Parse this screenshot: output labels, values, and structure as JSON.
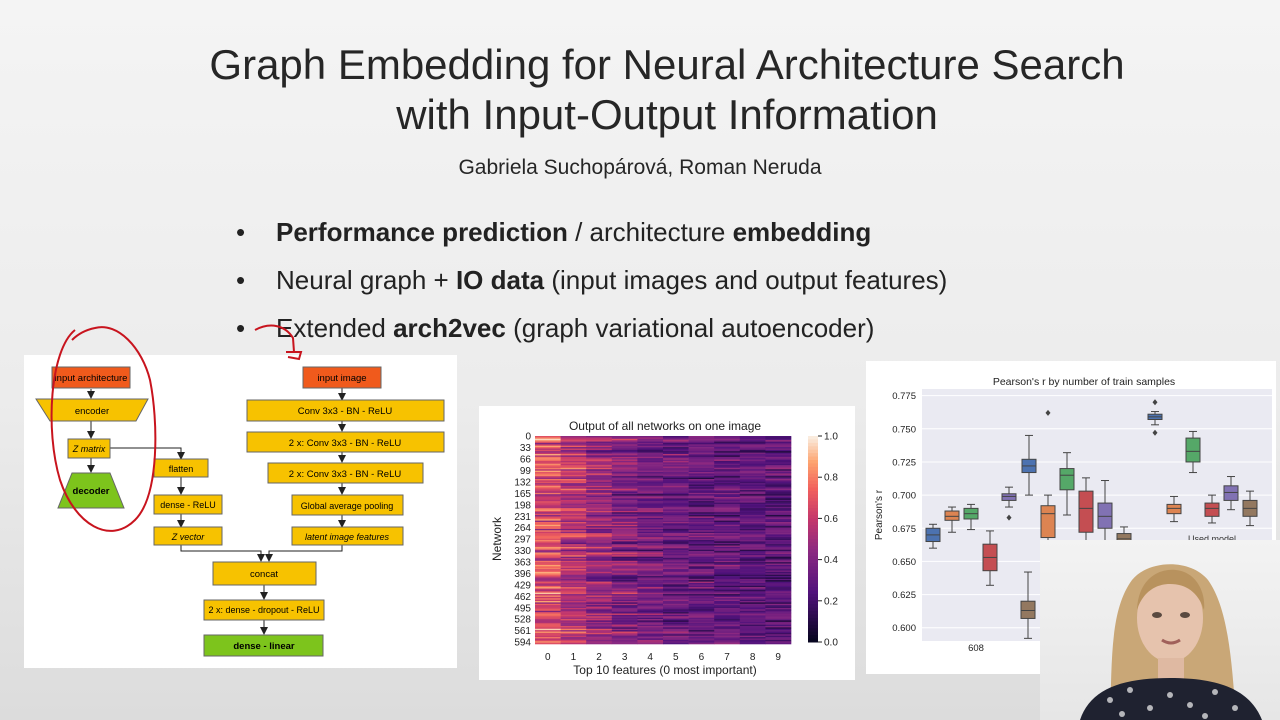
{
  "slide": {
    "title_line1": "Graph Embedding for Neural Architecture Search",
    "title_line2": "with Input-Output Information",
    "authors": "Gabriela Suchopárová, Roman Neruda",
    "bullets": [
      {
        "pre": "",
        "b1": "Performance prediction",
        "mid": " / architecture ",
        "b2": "embedding",
        "post": ""
      },
      {
        "pre": "Neural graph + ",
        "b1": "IO data",
        "mid": " (input images and output features)",
        "b2": "",
        "post": ""
      },
      {
        "pre": "Extended ",
        "b1": "arch2vec",
        "mid": " (graph variational autoencoder)",
        "b2": "",
        "post": ""
      }
    ]
  },
  "diagram": {
    "input_architecture": "input architecture",
    "encoder": "encoder",
    "z_matrix": "Z matrix",
    "decoder": "decoder",
    "flatten": "flatten",
    "dense_relu": "dense - ReLU",
    "z_vector": "Z vector",
    "input_image": "input image",
    "conv1": "Conv 3x3 - BN - ReLU",
    "conv2": "2 x: Conv 3x3 - BN - ReLU",
    "conv3": "2 x: Conv 3x3 - BN - ReLU",
    "gap": "Global average pooling",
    "latent": "latent image features",
    "concat": "concat",
    "dense_dropout": "2 x: dense - dropout - ReLU",
    "dense_linear": "dense - linear"
  },
  "heatmap": {
    "title": "Output of all networks on one image",
    "xlabel": "Top 10 features (0 most important)",
    "ylabel": "Network",
    "yticks": [
      "0",
      "33",
      "66",
      "99",
      "132",
      "165",
      "198",
      "231",
      "264",
      "297",
      "330",
      "363",
      "396",
      "429",
      "462",
      "495",
      "528",
      "561",
      "594"
    ],
    "xticks": [
      "0",
      "1",
      "2",
      "3",
      "4",
      "5",
      "6",
      "7",
      "8",
      "9"
    ],
    "cbar_ticks": [
      "1.0",
      "0.8",
      "0.6",
      "0.4",
      "0.2",
      "0.0"
    ],
    "col_mean": [
      0.68,
      0.58,
      0.48,
      0.42,
      0.38,
      0.35,
      0.33,
      0.31,
      0.3,
      0.29
    ]
  },
  "chart_data": {
    "type": "box",
    "title": "Pearson's r by number of train samples",
    "ylabel": "Pearson's r",
    "ylim": [
      0.59,
      0.78
    ],
    "yticks": [
      "0.775",
      "0.750",
      "0.725",
      "0.700",
      "0.675",
      "0.650",
      "0.625",
      "0.600"
    ],
    "x_visible_label": "608",
    "legend_partial": "Used model",
    "boxes": [
      {
        "group": 0,
        "color": "#4c72b0",
        "q1": 0.665,
        "median": 0.67,
        "q3": 0.675,
        "min": 0.66,
        "max": 0.678
      },
      {
        "group": 0,
        "color": "#dd8452",
        "q1": 0.681,
        "median": 0.684,
        "q3": 0.688,
        "min": 0.672,
        "max": 0.691
      },
      {
        "group": 0,
        "color": "#55a868",
        "q1": 0.682,
        "median": 0.686,
        "q3": 0.69,
        "min": 0.674,
        "max": 0.693
      },
      {
        "group": 0,
        "color": "#c44e52",
        "q1": 0.643,
        "median": 0.653,
        "q3": 0.663,
        "min": 0.632,
        "max": 0.673
      },
      {
        "group": 0,
        "color": "#8172b3",
        "q1": 0.696,
        "median": 0.699,
        "q3": 0.701,
        "min": 0.691,
        "max": 0.706
      },
      {
        "group": 0,
        "color": "#937860",
        "q1": 0.607,
        "median": 0.613,
        "q3": 0.62,
        "min": 0.592,
        "max": 0.642
      },
      {
        "group": 1,
        "color": "#4c72b0",
        "q1": 0.717,
        "median": 0.722,
        "q3": 0.727,
        "min": 0.7,
        "max": 0.745
      },
      {
        "group": 1,
        "color": "#dd8452",
        "q1": 0.668,
        "median": 0.686,
        "q3": 0.692,
        "min": 0.66,
        "max": 0.7
      },
      {
        "group": 1,
        "color": "#55a868",
        "q1": 0.704,
        "median": 0.715,
        "q3": 0.72,
        "min": 0.685,
        "max": 0.732
      },
      {
        "group": 1,
        "color": "#c44e52",
        "q1": 0.672,
        "median": 0.69,
        "q3": 0.703,
        "min": 0.66,
        "max": 0.713
      },
      {
        "group": 1,
        "color": "#8172b3",
        "q1": 0.675,
        "median": 0.684,
        "q3": 0.694,
        "min": 0.662,
        "max": 0.711
      },
      {
        "group": 1,
        "color": "#937860",
        "q1": 0.66,
        "median": 0.667,
        "q3": 0.671,
        "min": 0.655,
        "max": 0.676
      },
      {
        "group": 2,
        "color": "#4c72b0",
        "q1": 0.757,
        "median": 0.759,
        "q3": 0.761,
        "min": 0.753,
        "max": 0.763
      },
      {
        "group": 2,
        "color": "#dd8452",
        "q1": 0.686,
        "median": 0.69,
        "q3": 0.693,
        "min": 0.68,
        "max": 0.699
      },
      {
        "group": 2,
        "color": "#55a868",
        "q1": 0.725,
        "median": 0.733,
        "q3": 0.743,
        "min": 0.717,
        "max": 0.748
      },
      {
        "group": 2,
        "color": "#c44e52",
        "q1": 0.684,
        "median": 0.69,
        "q3": 0.694,
        "min": 0.679,
        "max": 0.7
      },
      {
        "group": 2,
        "color": "#8172b3",
        "q1": 0.696,
        "median": 0.702,
        "q3": 0.707,
        "min": 0.689,
        "max": 0.714
      },
      {
        "group": 2,
        "color": "#937860",
        "q1": 0.684,
        "median": 0.69,
        "q3": 0.696,
        "min": 0.677,
        "max": 0.703
      }
    ],
    "outliers": [
      {
        "box": 4,
        "value": 0.683
      },
      {
        "box": 7,
        "value": 0.762
      },
      {
        "box": 12,
        "value": 0.77
      },
      {
        "box": 12,
        "value": 0.747
      }
    ]
  }
}
